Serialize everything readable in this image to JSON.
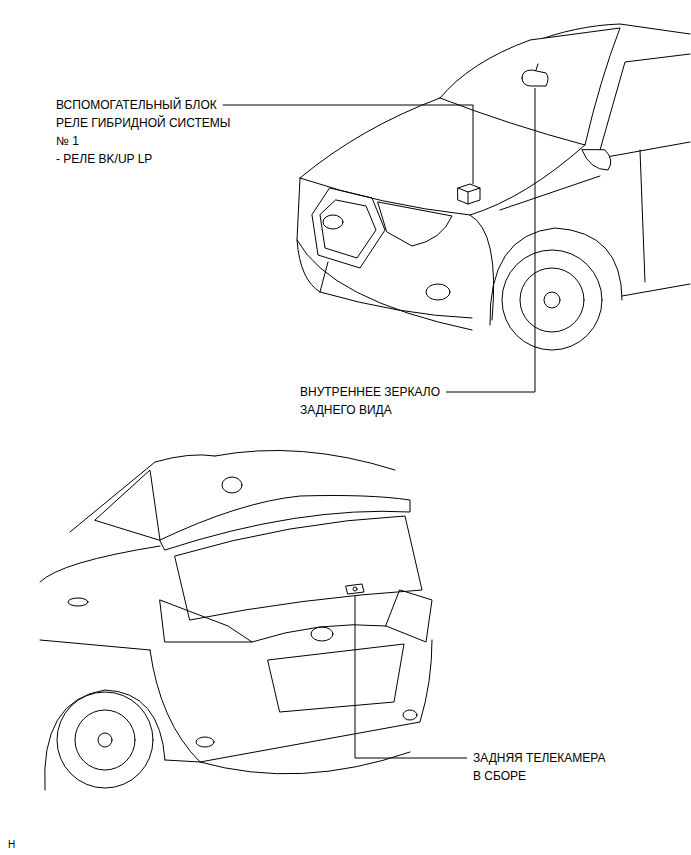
{
  "diagram": {
    "labels": [
      "ВСПОМОГАТЕЛЬНЫЙ БЛОК РЕЛЕ ГИБРИДНОЙ СИСТЕМЫ № 1",
      "- РЕЛЕ BK/UP LP",
      "ВНУТРЕННЕЕ ЗЕРКАЛО ЗАДНЕГО ВИДА",
      "ЗАДНЯЯ ТЕЛЕКАМЕРА В СБОРЕ",
      "H"
    ]
  }
}
